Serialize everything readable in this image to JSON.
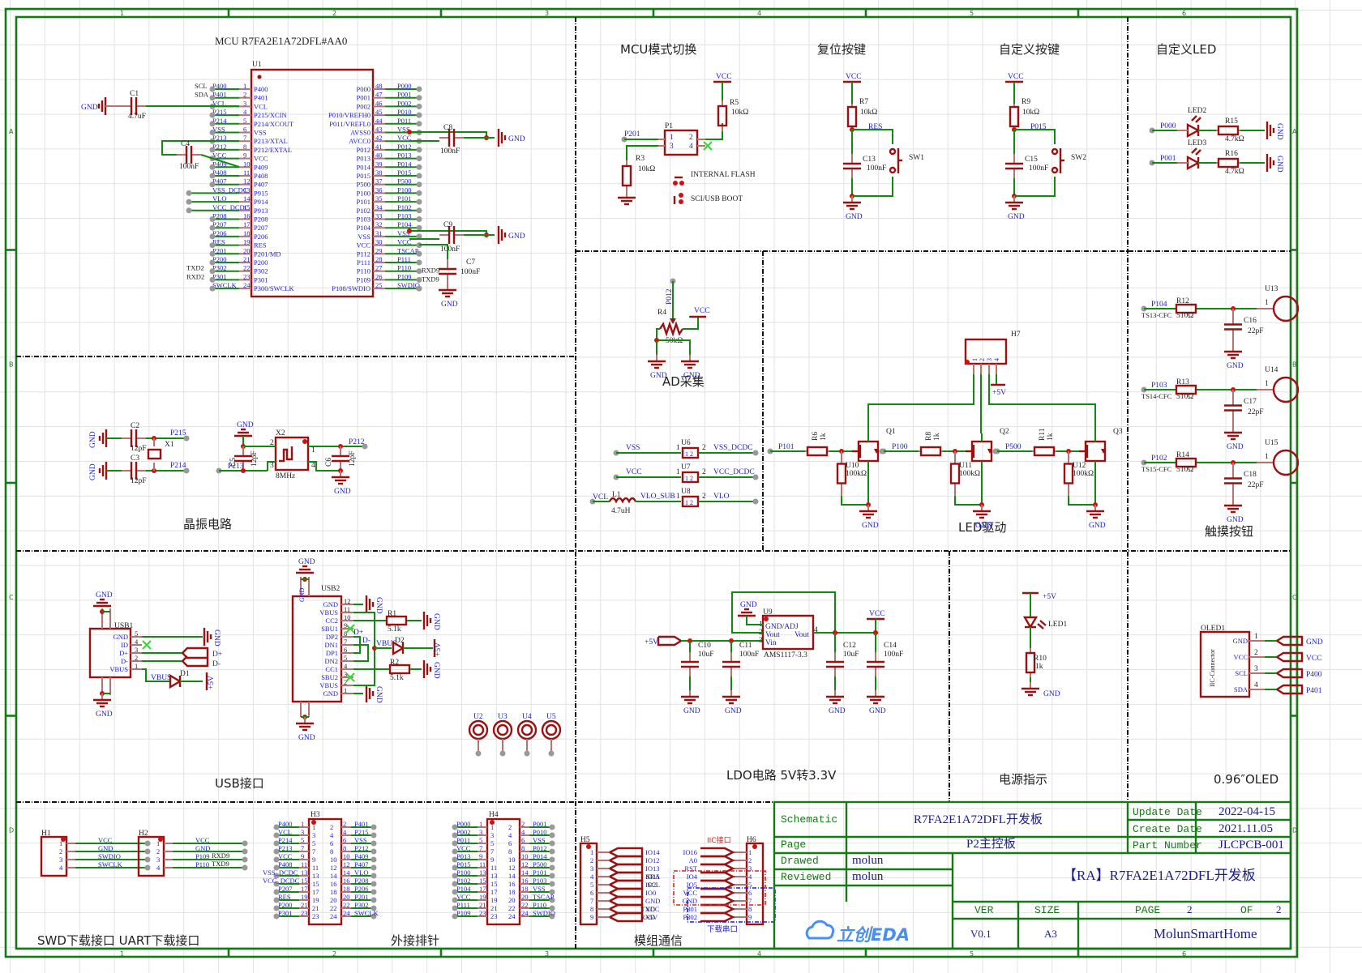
{
  "frame": {
    "col_ticks": [
      "1",
      "2",
      "3",
      "4",
      "5",
      "6"
    ],
    "row_ticks": [
      "A",
      "B",
      "C",
      "D"
    ]
  },
  "sections": {
    "mcu": "MCU R7FA2E1A72DFL#AA0",
    "mode": "MCU模式切换",
    "reset": "复位按键",
    "userkey": "自定义按键",
    "userled": "自定义LED",
    "ad": "AD采集",
    "crystal": "晶振电路",
    "leddrv": "LED驱动",
    "touch": "触摸按钮",
    "usb": "USB接口",
    "ldo": "LDO电路 5V转3.3V",
    "power": "电源指示",
    "oled": "0.96″OLED",
    "download": "SWD下载接口 UART下载接口",
    "headers": "外接排针",
    "module": "模组通信"
  },
  "mcu": {
    "ref": "U1",
    "left_pins": [
      {
        "num": "1",
        "name": "P400",
        "net": "P400",
        "alias": "SCL"
      },
      {
        "num": "2",
        "name": "P401",
        "net": "P401",
        "alias": "SDA"
      },
      {
        "num": "3",
        "name": "VCL",
        "net": "VCL",
        "alias": ""
      },
      {
        "num": "4",
        "name": "P215/XCIN",
        "net": "P215",
        "alias": ""
      },
      {
        "num": "5",
        "name": "P214/XCOUT",
        "net": "P214",
        "alias": ""
      },
      {
        "num": "6",
        "name": "VSS",
        "net": "VSS",
        "alias": ""
      },
      {
        "num": "7",
        "name": "P213/XTAL",
        "net": "P213",
        "alias": ""
      },
      {
        "num": "8",
        "name": "P212/EXTAL",
        "net": "P212",
        "alias": ""
      },
      {
        "num": "9",
        "name": "VCC",
        "net": "VCC",
        "alias": ""
      },
      {
        "num": "10",
        "name": "P409",
        "net": "P409",
        "alias": ""
      },
      {
        "num": "11",
        "name": "P408",
        "net": "P408",
        "alias": ""
      },
      {
        "num": "12",
        "name": "P407",
        "net": "P407",
        "alias": ""
      },
      {
        "num": "13",
        "name": "P915",
        "net": "VSS_DCDC",
        "alias": ""
      },
      {
        "num": "14",
        "name": "P914",
        "net": "VLO",
        "alias": ""
      },
      {
        "num": "15",
        "name": "P913",
        "net": "VCC_DCDC",
        "alias": ""
      },
      {
        "num": "16",
        "name": "P208",
        "net": "P208",
        "alias": ""
      },
      {
        "num": "17",
        "name": "P207",
        "net": "P207",
        "alias": ""
      },
      {
        "num": "18",
        "name": "P206",
        "net": "P206",
        "alias": ""
      },
      {
        "num": "19",
        "name": "RES",
        "net": "RES",
        "alias": ""
      },
      {
        "num": "20",
        "name": "P201/MD",
        "net": "P201",
        "alias": ""
      },
      {
        "num": "21",
        "name": "P200",
        "net": "P200",
        "alias": ""
      },
      {
        "num": "22",
        "name": "P302",
        "net": "P302",
        "alias": "TXD2"
      },
      {
        "num": "23",
        "name": "P301",
        "net": "P301",
        "alias": "RXD2"
      },
      {
        "num": "24",
        "name": "P300/SWCLK",
        "net": "SWCLK",
        "alias": ""
      }
    ],
    "right_pins": [
      {
        "num": "48",
        "name": "P000",
        "net": "P000",
        "alias": ""
      },
      {
        "num": "47",
        "name": "P001",
        "net": "P001",
        "alias": ""
      },
      {
        "num": "46",
        "name": "P002",
        "net": "P002",
        "alias": ""
      },
      {
        "num": "45",
        "name": "P010/VREFH0",
        "net": "P010",
        "alias": ""
      },
      {
        "num": "44",
        "name": "P011/VREFL0",
        "net": "P011",
        "alias": ""
      },
      {
        "num": "43",
        "name": "AVSS0",
        "net": "VSS",
        "alias": ""
      },
      {
        "num": "42",
        "name": "AVCC0",
        "net": "VCC",
        "alias": ""
      },
      {
        "num": "41",
        "name": "P012",
        "net": "P012",
        "alias": ""
      },
      {
        "num": "40",
        "name": "P013",
        "net": "P013",
        "alias": ""
      },
      {
        "num": "39",
        "name": "P014",
        "net": "P014",
        "alias": ""
      },
      {
        "num": "38",
        "name": "P015",
        "net": "P015",
        "alias": ""
      },
      {
        "num": "37",
        "name": "P500",
        "net": "P500",
        "alias": ""
      },
      {
        "num": "36",
        "name": "P100",
        "net": "P100",
        "alias": ""
      },
      {
        "num": "35",
        "name": "P101",
        "net": "P101",
        "alias": ""
      },
      {
        "num": "34",
        "name": "P102",
        "net": "P102",
        "alias": ""
      },
      {
        "num": "33",
        "name": "P103",
        "net": "P103",
        "alias": ""
      },
      {
        "num": "32",
        "name": "P104",
        "net": "P104",
        "alias": ""
      },
      {
        "num": "31",
        "name": "VSS",
        "net": "VSS",
        "alias": ""
      },
      {
        "num": "30",
        "name": "VCC",
        "net": "VCC",
        "alias": ""
      },
      {
        "num": "29",
        "name": "P112",
        "net": "TSCAP",
        "alias": ""
      },
      {
        "num": "28",
        "name": "P111",
        "net": "P111",
        "alias": ""
      },
      {
        "num": "27",
        "name": "P110",
        "net": "P110",
        "alias": "RXD9"
      },
      {
        "num": "26",
        "name": "P109",
        "net": "P109",
        "alias": "TXD9"
      },
      {
        "num": "25",
        "name": "P108/SWDIO",
        "net": "SWDIO",
        "alias": ""
      }
    ],
    "caps": {
      "c1": {
        "ref": "C1",
        "value": "4.7uF"
      },
      "c4": {
        "ref": "C4",
        "value": "100nF"
      },
      "c8": {
        "ref": "C8",
        "value": "100nF"
      },
      "c9": {
        "ref": "C9",
        "value": "100nF"
      },
      "c7": {
        "ref": "C7",
        "value": "100nF"
      }
    }
  },
  "nets": {
    "gnd": "GND",
    "vcc": "VCC",
    "p5v": "+5V"
  },
  "mode": {
    "p1": "P1",
    "net": "P201",
    "pins": [
      "1",
      "2",
      "3",
      "4"
    ],
    "r5": {
      "ref": "R5",
      "value": "10kΩ"
    },
    "r3": {
      "ref": "R3",
      "value": "10kΩ"
    },
    "legend1": "INTERNAL FLASH",
    "legend2": "SCI/USB BOOT"
  },
  "reset": {
    "r": {
      "ref": "R7",
      "value": "10kΩ"
    },
    "c": {
      "ref": "C13",
      "value": "100nF"
    },
    "sw": "SW1",
    "net": "RES"
  },
  "userkey": {
    "r": {
      "ref": "R9",
      "value": "10kΩ"
    },
    "c": {
      "ref": "C15",
      "value": "100nF"
    },
    "sw": "SW2",
    "net": "P015"
  },
  "userled": {
    "rows": [
      {
        "net": "P000",
        "led": "LED2",
        "r": "R15",
        "value": "4.7kΩ"
      },
      {
        "net": "P001",
        "led": "LED3",
        "r": "R16",
        "value": "4.7kΩ"
      }
    ]
  },
  "ad": {
    "net": "P012",
    "r": "R4",
    "value": "50kΩ"
  },
  "bridges": [
    {
      "ref": "U6",
      "left": "VSS",
      "right": "VSS_DCDC"
    },
    {
      "ref": "U7",
      "left": "VCC",
      "right": "VCC_DCDC"
    },
    {
      "ref": "U8",
      "left": "VLO_SUB",
      "right": "VLO"
    }
  ],
  "inductor": {
    "ref": "L1",
    "value": "4.7uH",
    "net": "VCL"
  },
  "leddrv": {
    "header": "H7",
    "pins": [
      "1",
      "2",
      "3",
      "4"
    ],
    "stages": [
      {
        "net": "P101",
        "r": "R6",
        "rv": "1k",
        "pd": "U10",
        "pdv": "100kΩ",
        "q": "Q1"
      },
      {
        "net": "P100",
        "r": "R8",
        "rv": "1k",
        "pd": "U11",
        "pdv": "100kΩ",
        "q": "Q2"
      },
      {
        "net": "P500",
        "r": "R11",
        "rv": "1k",
        "pd": "U12",
        "pdv": "100kΩ",
        "q": "Q3"
      }
    ]
  },
  "touch": {
    "rows": [
      {
        "net": "P104",
        "alias": "TS13-CFC",
        "r": "R12",
        "rv": "510Ω",
        "c": "C16",
        "cv": "22pF",
        "pad": "U13"
      },
      {
        "net": "P103",
        "alias": "TS14-CFC",
        "r": "R13",
        "rv": "510Ω",
        "c": "C17",
        "cv": "22pF",
        "pad": "U14"
      },
      {
        "net": "P102",
        "alias": "TS15-CFC",
        "r": "R14",
        "rv": "510Ω",
        "c": "C18",
        "cv": "22pF",
        "pad": "U15"
      }
    ]
  },
  "crystal": {
    "x1": "X1",
    "c2": {
      "ref": "C2",
      "value": "12pF"
    },
    "c3": {
      "ref": "C3",
      "value": "12pF"
    },
    "x2": "X2",
    "x2v": "8MHz",
    "c5": {
      "ref": "C5",
      "value": "12pF"
    },
    "c6": {
      "ref": "C6",
      "value": "12pF"
    },
    "nets": [
      "P215",
      "P214",
      "P213",
      "P212"
    ]
  },
  "usb": {
    "usb1": {
      "ref": "USB1",
      "pins": [
        {
          "n": "5",
          "name": "GND"
        },
        {
          "n": "4",
          "name": "ID"
        },
        {
          "n": "3",
          "name": "D+"
        },
        {
          "n": "2",
          "name": "D-"
        },
        {
          "n": "1",
          "name": "VBUS"
        }
      ],
      "shell": [
        "7",
        "6",
        "8",
        "9"
      ]
    },
    "usb2": {
      "ref": "USB2",
      "pins": [
        {
          "n": "12",
          "name": "GND"
        },
        {
          "n": "11",
          "name": "VBUS"
        },
        {
          "n": "10",
          "name": "CC2"
        },
        {
          "n": "9",
          "name": "SBU1"
        },
        {
          "n": "8",
          "name": "DP2"
        },
        {
          "n": "7",
          "name": "DN1"
        },
        {
          "n": "6",
          "name": "DP1"
        },
        {
          "n": "5",
          "name": "DN2"
        },
        {
          "n": "4",
          "name": "CC1"
        },
        {
          "n": "3",
          "name": "SBU2"
        },
        {
          "n": "2",
          "name": "VBUS"
        },
        {
          "n": "1",
          "name": "GND"
        }
      ],
      "shell_top": [
        "16",
        "15"
      ],
      "shell_bot": [
        "14",
        "13"
      ]
    },
    "d1": "D1",
    "d2": "D2",
    "r1": {
      "ref": "R1",
      "value": "5.1k"
    },
    "r2": {
      "ref": "R2",
      "value": "5.1k"
    },
    "dp": "D+",
    "dm": "D-",
    "vbus": "VBUS",
    "pads": [
      "U2",
      "U3",
      "U4",
      "U5"
    ]
  },
  "ldo": {
    "ref": "U9",
    "part": "AMS1117-3.3",
    "pins": [
      {
        "n": "1",
        "name": "GND/ADJ"
      },
      {
        "n": "2",
        "name": "Vout"
      },
      {
        "n": "3",
        "name": "Vin"
      },
      {
        "n": "4",
        "name": "Vout"
      }
    ],
    "caps": [
      {
        "ref": "C10",
        "value": "10uF"
      },
      {
        "ref": "C11",
        "value": "100nF"
      },
      {
        "ref": "C12",
        "value": "10uF"
      },
      {
        "ref": "C14",
        "value": "100nF"
      }
    ]
  },
  "power": {
    "led": "LED1",
    "r": "R10",
    "value": "1k"
  },
  "oled": {
    "ref": "OLED1",
    "label": "IIC-Connector",
    "pins": [
      {
        "n": "1",
        "name": "GND",
        "net": "GND"
      },
      {
        "n": "2",
        "name": "VCC",
        "net": "VCC"
      },
      {
        "n": "3",
        "name": "SCL",
        "net": "P400"
      },
      {
        "n": "4",
        "name": "SDA",
        "net": "P401"
      }
    ]
  },
  "download": {
    "h1": {
      "ref": "H1",
      "nets": [
        "VCC",
        "GND",
        "SWDIO",
        "SWCLK"
      ]
    },
    "h2": {
      "ref": "H2",
      "nets": [
        "VCC",
        "GND",
        "P109",
        "P110"
      ],
      "alias": [
        "RXD9",
        "TXD9"
      ]
    }
  },
  "headers": {
    "h3": {
      "ref": "H3",
      "left": [
        "P400",
        "VCL",
        "P214",
        "P213",
        "VCC",
        "P408",
        "VSS_DCDC",
        "VCC_DCDC",
        "P207",
        "RES",
        "P200",
        "P301"
      ],
      "right": [
        "P401",
        "P215",
        "VSS",
        "P212",
        "P409",
        "P407",
        "VLO",
        "P208",
        "P206",
        "P201",
        "P302",
        "SWCLK"
      ]
    },
    "h4": {
      "ref": "H4",
      "left": [
        "P000",
        "P002",
        "P011",
        "VCC",
        "P013",
        "P015",
        "P100",
        "P102",
        "P104",
        "VCC",
        "P111",
        "P109"
      ],
      "right": [
        "P001",
        "P010",
        "VSS",
        "P012",
        "P014",
        "P500",
        "P101",
        "P103",
        "VSS",
        "TSCAP",
        "P110",
        "SWDIO"
      ]
    }
  },
  "module": {
    "h5": {
      "ref": "H5",
      "nets": [
        "IO14",
        "IO12",
        "IO13",
        "IO15",
        "IO2",
        "IO0",
        "GND",
        "VCC",
        "+5V"
      ]
    },
    "h6": {
      "ref": "H6",
      "nets": [
        "IO16",
        "A0",
        "RST",
        "IO4",
        "IO5",
        "VCC",
        "GND",
        "P301",
        "P302"
      ],
      "alias": {
        "IO4": "SDA",
        "IO5": "SCL",
        "P301": "TXD",
        "P302": "RXD"
      }
    },
    "iic_label": "IIC接口",
    "dl_label": "下载串口"
  },
  "titleblock": {
    "schematic_label": "Schematic",
    "schematic": "R7FA2E1A72DFL开发板",
    "page_label": "Page",
    "page": "P2主控板",
    "drawed_label": "Drawed",
    "drawed": "molun",
    "reviewed_label": "Reviewed",
    "reviewed": "molun",
    "update_label": "Update Date",
    "update": "2022-04-15",
    "create_label": "Create Date",
    "create": "2021.11.05",
    "part_label": "Part Number",
    "part": "JLCPCB-001",
    "project": "【RA】R7FA2E1A72DFL开发板",
    "ver_label": "VER",
    "ver": "V0.1",
    "size_label": "SIZE",
    "size": "A3",
    "pageno_label": "PAGE",
    "pageno": "2",
    "of_label": "OF",
    "of": "2",
    "company": "MolunSmartHome",
    "logo": "立创EDA"
  }
}
